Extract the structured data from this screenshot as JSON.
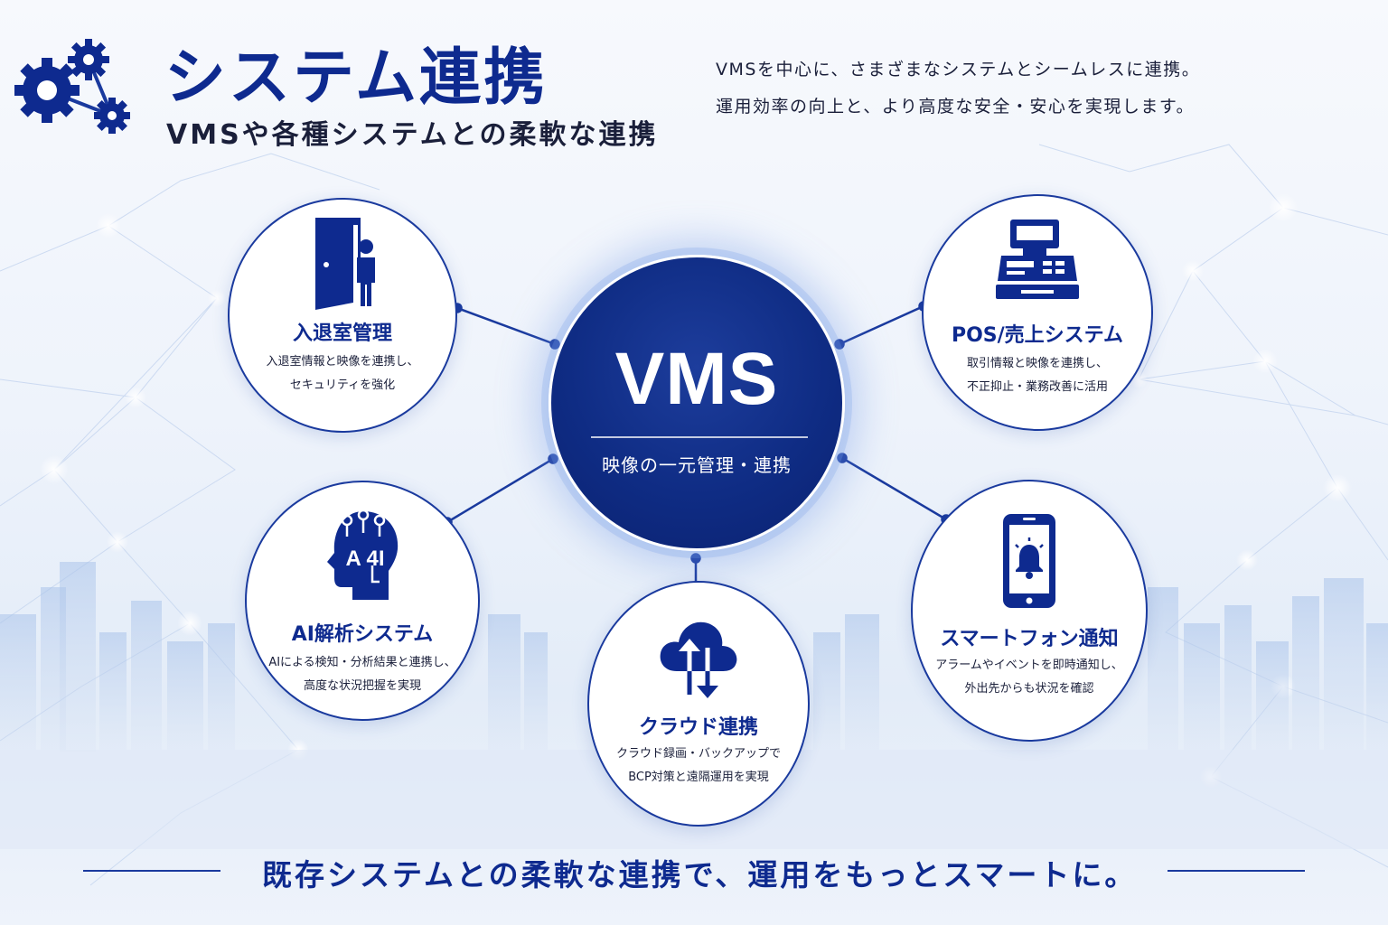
{
  "header": {
    "title": "システム連携",
    "subtitle": "VMSや各種システムとの柔軟な連携",
    "description": [
      "VMSを中心に、さまざまなシステムとシームレスに連携。",
      "運用効率の向上と、より高度な安全・安心を実現します。"
    ],
    "logo_icon": "gears-network-icon"
  },
  "hub": {
    "title": "VMS",
    "subtitle": "映像の一元管理・連携"
  },
  "nodes": {
    "access": {
      "title": "入退室管理",
      "lines": [
        "入退室情報と映像を連携し、",
        "セキュリティを強化"
      ],
      "icon": "door-person-icon"
    },
    "pos": {
      "title": "POS/売上システム",
      "lines": [
        "取引情報と映像を連携し、",
        "不正抑止・業務改善に活用"
      ],
      "icon": "cash-register-icon"
    },
    "ai": {
      "title": "AI解析システム",
      "lines": [
        "AIによる検知・分析結果と連携し、",
        "高度な状況把握を実現"
      ],
      "icon": "ai-head-icon",
      "icon_text": "A 4I"
    },
    "cloud": {
      "title": "クラウド連携",
      "lines": [
        "クラウド録画・バックアップで",
        "BCP対策と遠隔運用を実現"
      ],
      "icon": "cloud-sync-icon"
    },
    "phone": {
      "title": "スマートフォン通知",
      "lines": [
        "アラームやイベントを即時通知し、",
        "外出先からも状況を確認"
      ],
      "icon": "smartphone-bell-icon"
    }
  },
  "footer": {
    "text": "既存システムとの柔軟な連携で、運用をもっとスマートに。"
  },
  "colors": {
    "primary": "#0e2a8f",
    "hub": "#0f2c84",
    "text_dark": "#1a1f3a",
    "background": "#eef3fb"
  }
}
